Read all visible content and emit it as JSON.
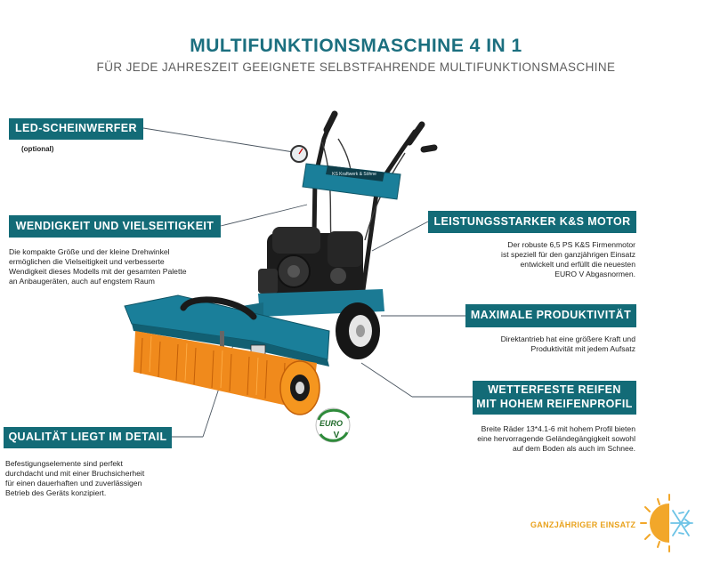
{
  "header": {
    "title": "MULTIFUNKTIONSMASCHINE 4 IN 1",
    "subtitle": "FÜR JEDE JAHRESZEIT GEEIGNETE SELBSTFAHRENDE MULTIFUNKTIONSMASCHINE"
  },
  "features": {
    "led": {
      "label": "LED-SCHEINWERFER",
      "note": "(optional)"
    },
    "agility": {
      "label": "WENDIGKEIT UND VIELSEITIGKEIT",
      "lines": [
        "Die kompakte Größe und der kleine Drehwinkel",
        "ermöglichen die Vielseitigkeit und verbesserte",
        "Wendigkeit dieses Modells mit der gesamten Palette",
        "an Anbaugeräten, auch auf engstem Raum"
      ]
    },
    "motor": {
      "label": "LEISTUNGSSTARKER K&S MOTOR",
      "lines": [
        "Der robuste 6,5 PS K&S Firmenmotor",
        "ist speziell für den ganzjährigen Einsatz",
        "entwickelt und erfüllt die neuesten",
        "EURO V Abgasnormen."
      ]
    },
    "productivity": {
      "label": "MAXIMALE PRODUKTIVITÄT",
      "lines": [
        "Direktantrieb hat eine größere Kraft und",
        "Produktivität mit jedem Aufsatz"
      ]
    },
    "tires": {
      "label_line1": "WETTERFESTE REIFEN",
      "label_line2": "MIT HOHEM REIFENPROFIL",
      "lines": [
        "Breite Räder 13*4.1-6 mit hohem Profil bieten",
        "eine hervorragende Geländegängigkeit sowohl",
        "auf dem Boden als auch im Schnee."
      ]
    },
    "quality": {
      "label": "QUALITÄT LIEGT IM DETAIL",
      "lines": [
        "Befestigungselemente sind perfekt",
        "durchdacht und mit einer Bruchsicherheit",
        "für einen dauerhaften und zuverlässigen",
        "Betrieb des Geräts konzipiert."
      ]
    }
  },
  "badge": {
    "line1": "EURO",
    "line2": "V"
  },
  "machine_plate": "KS Kraftwerk & Söhne",
  "footer": {
    "text": "GANZJÄHRIGER EINSATZ",
    "icon": "sun-snowflake-icon"
  },
  "colors": {
    "accent": "#136b77",
    "brush": "#f08a1c",
    "machine_blue": "#1a7f9a",
    "footer_orange": "#e9a21c",
    "footer_blue": "#6cc3e6"
  }
}
